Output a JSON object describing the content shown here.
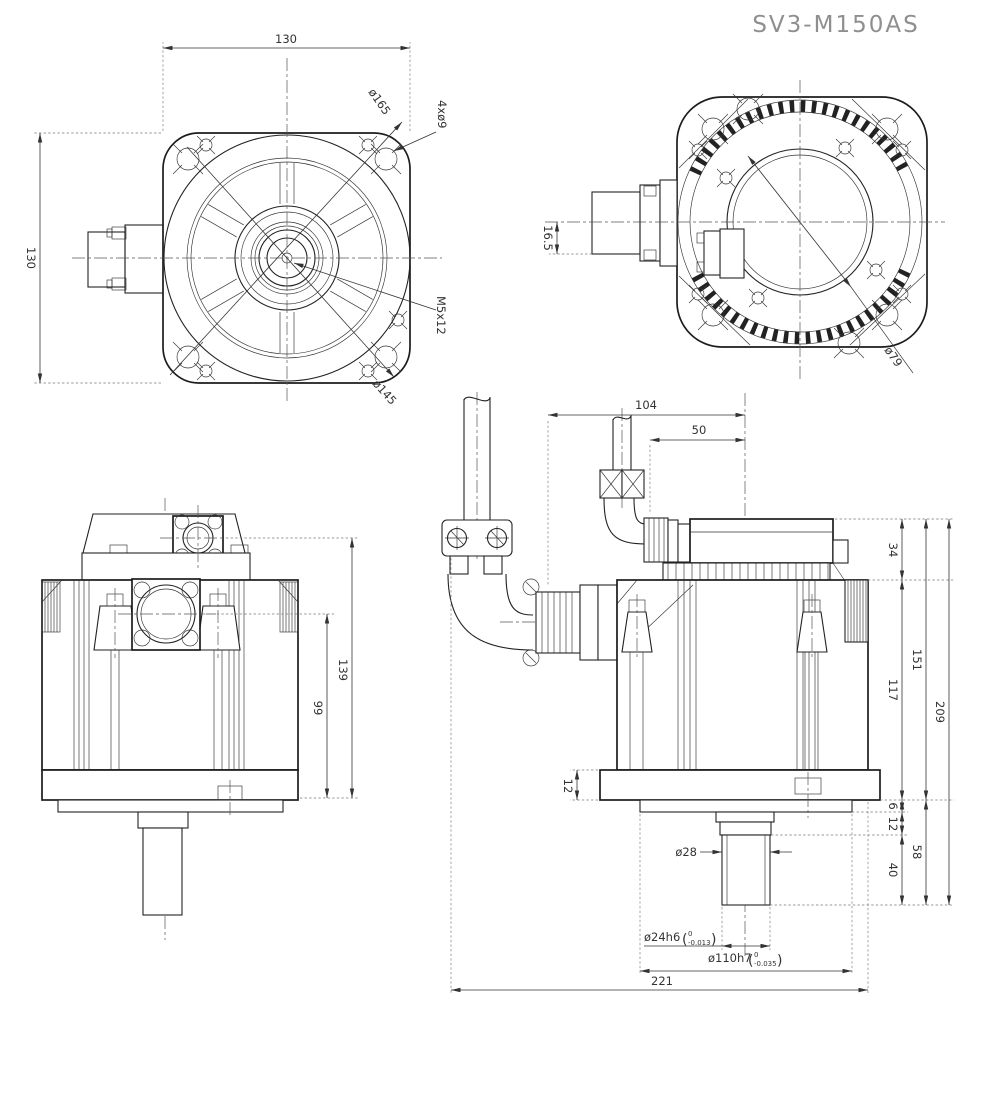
{
  "title": "SV3-M150AS",
  "front_view": {
    "width": "130",
    "height": "130",
    "bolt_circle": "ø165",
    "mounting_holes": "4xø9",
    "shaft_tap": "M5x12",
    "flange_dia": "ø145"
  },
  "rear_view": {
    "connector_offset": "16.5",
    "core_dia": "ø79"
  },
  "side_view": {
    "total_height": "139",
    "center_height": "99"
  },
  "cable_view": {
    "bend_clearance": "104",
    "encoder_clearance": "50",
    "box_height": "34",
    "body_length": "117",
    "pilot_depth": "6",
    "collar_length": "12",
    "shaft_length": "40",
    "body_with_box": "151",
    "front_length": "58",
    "total_height": "209",
    "flange_thickness": "12",
    "boss_dia": "ø28",
    "overall_length": "221",
    "shaft_fit": {
      "name": "ø24h6",
      "open": "(",
      "upper": "0",
      "lower": "-0.013",
      "close": ")"
    },
    "pilot_fit": {
      "name": "ø110h7",
      "open": "(",
      "upper": "0",
      "lower": "-0.035",
      "close": ")"
    }
  }
}
